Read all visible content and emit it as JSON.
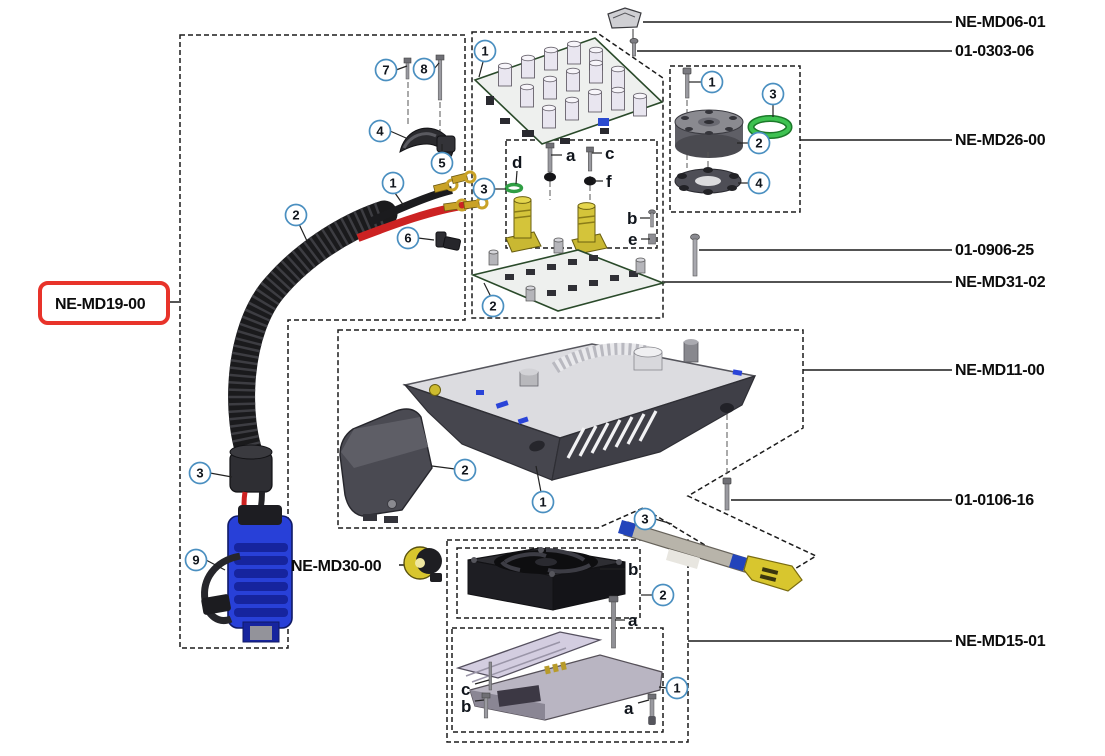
{
  "document_type": "exploded-parts-diagram",
  "colors": {
    "background": "#ffffff",
    "highlight_red": "#e8332a",
    "callout_ring_blue": "#4a8fc0",
    "oring_green": "#3ec251",
    "connector_blue": "#2840d8",
    "terminal_gold": "#c9a227",
    "wire_red": "#cc2222"
  },
  "highlighted_part": "NE-MD19-00",
  "part_labels": {
    "ne_md06_01": "NE-MD06-01",
    "p01_0303_06": "01-0303-06",
    "ne_md26_00": "NE-MD26-00",
    "p01_0906_25": "01-0906-25",
    "ne_md31_02": "NE-MD31-02",
    "ne_md11_00": "NE-MD11-00",
    "p01_0106_16": "01-0106-16",
    "ne_md15_01": "NE-MD15-01",
    "ne_md19_00": "NE-MD19-00",
    "ne_md30_00": "NE-MD30-00"
  },
  "callouts": {
    "handle_screw_short": "7",
    "handle_screw_long": "8",
    "handle_clamp": "4",
    "handle_bracket": "5",
    "cable_terminals": "1",
    "cable_conduit": "2",
    "cable_clip": "6",
    "cable_boot": "3",
    "cable_aux_plug": "9",
    "board_top": "1",
    "board_terminal_group": "3",
    "board_bottom": "2",
    "md26_screw": "1",
    "md26_oring": "3",
    "md26_disc": "2",
    "md26_retainer": "4",
    "housing_cover": "2",
    "housing_tray": "1",
    "housing_tube": "3",
    "md15_fan": "2",
    "md15_heatsink": "1"
  },
  "fastener_letters": {
    "board_d": "d",
    "board_a": "a",
    "board_c": "c",
    "board_f": "f",
    "board_b": "b",
    "board_e": "e",
    "fan_b": "b",
    "fan_a": "a",
    "hs_c": "c",
    "hs_b": "b",
    "hs_a": "a"
  }
}
